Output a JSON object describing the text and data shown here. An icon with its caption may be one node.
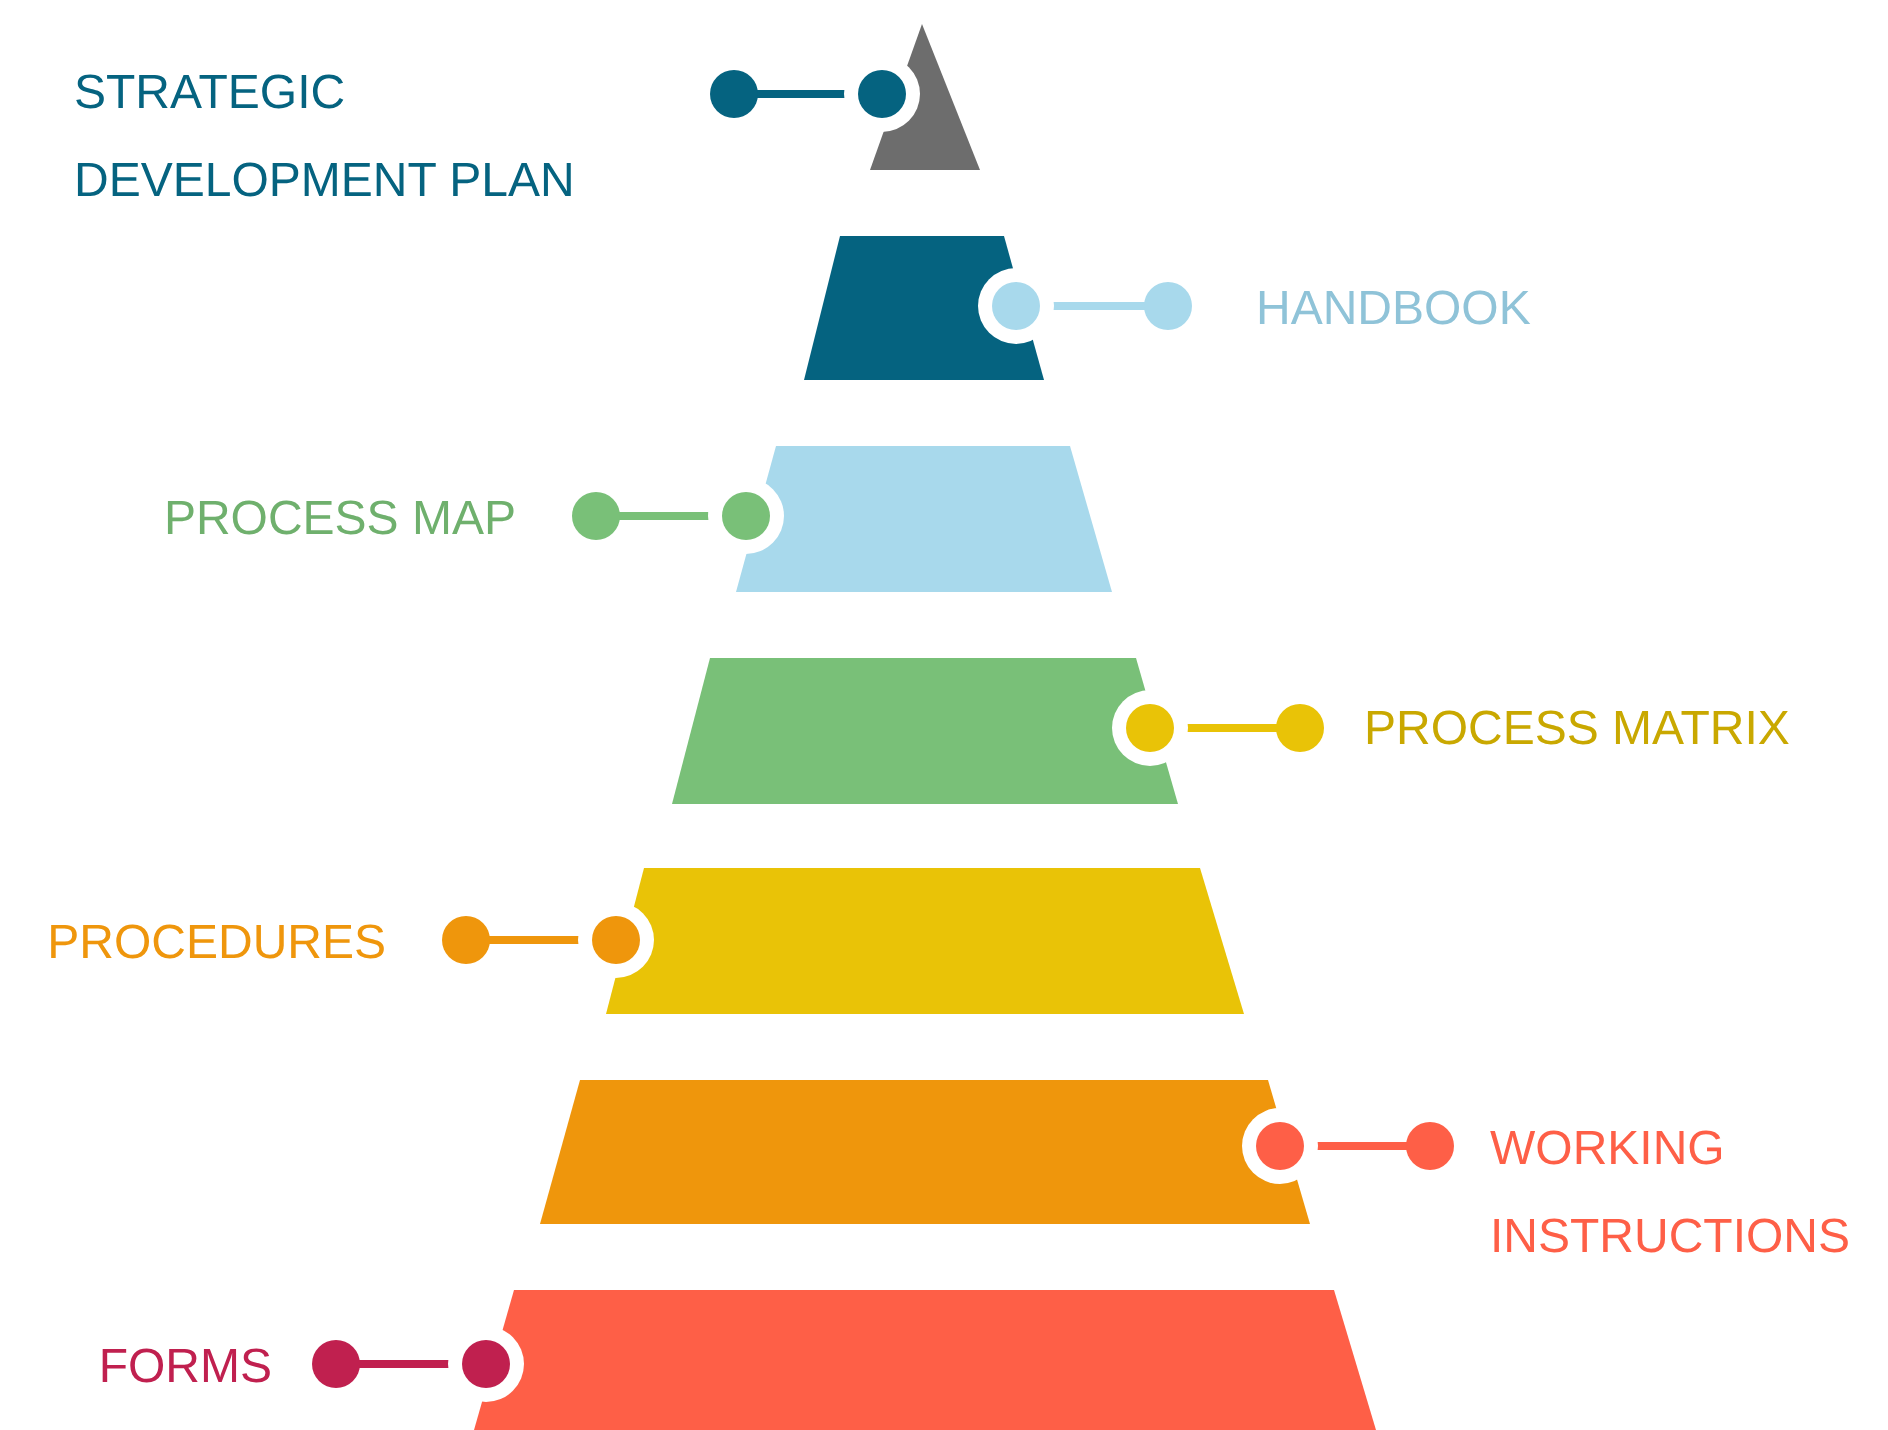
{
  "diagram": {
    "nodes": [
      {
        "text": [
          "STRATEGIC DEVELOPMENT PLAN"
        ]
      },
      {
        "text": [
          "HANDBOOK"
        ]
      },
      {
        "text": [
          "PROCESS MAP"
        ]
      },
      {
        "text": [
          "PROCESS MATRIX"
        ]
      },
      {
        "text": [
          "PROCEDURES"
        ]
      },
      {
        "text": [
          "WORKING INSTRUCTIONS"
        ]
      },
      {
        "text": [
          "FORMS"
        ]
      },
      {
        "text": [],
        "shape": "triangle"
      },
      {
        "text": [],
        "shape": "trapezoid"
      },
      {
        "text": [],
        "shape": "trapezoid"
      },
      {
        "text": [],
        "shape": "trapezoid"
      },
      {
        "text": [],
        "shape": "trapezoid"
      },
      {
        "text": [],
        "shape": "trapezoid"
      },
      {
        "text": [],
        "shape": "trapezoid"
      }
    ],
    "edges": [
      {
        "from": 0,
        "to": 7,
        "arrow": "other",
        "color": "#056380"
      },
      {
        "from": 1,
        "to": 8,
        "arrow": "other",
        "color": "#a8d9ec"
      },
      {
        "from": 2,
        "to": 9,
        "arrow": "other",
        "color": "#79c078"
      },
      {
        "from": 3,
        "to": 10,
        "arrow": "other",
        "color": "#e9c307"
      },
      {
        "from": 4,
        "to": 11,
        "arrow": "other",
        "color": "#ef960c"
      },
      {
        "from": 5,
        "to": 12,
        "arrow": "other",
        "color": "#fe5f47"
      },
      {
        "from": 6,
        "to": 13,
        "arrow": "other",
        "color": "#c0204f"
      }
    ]
  }
}
